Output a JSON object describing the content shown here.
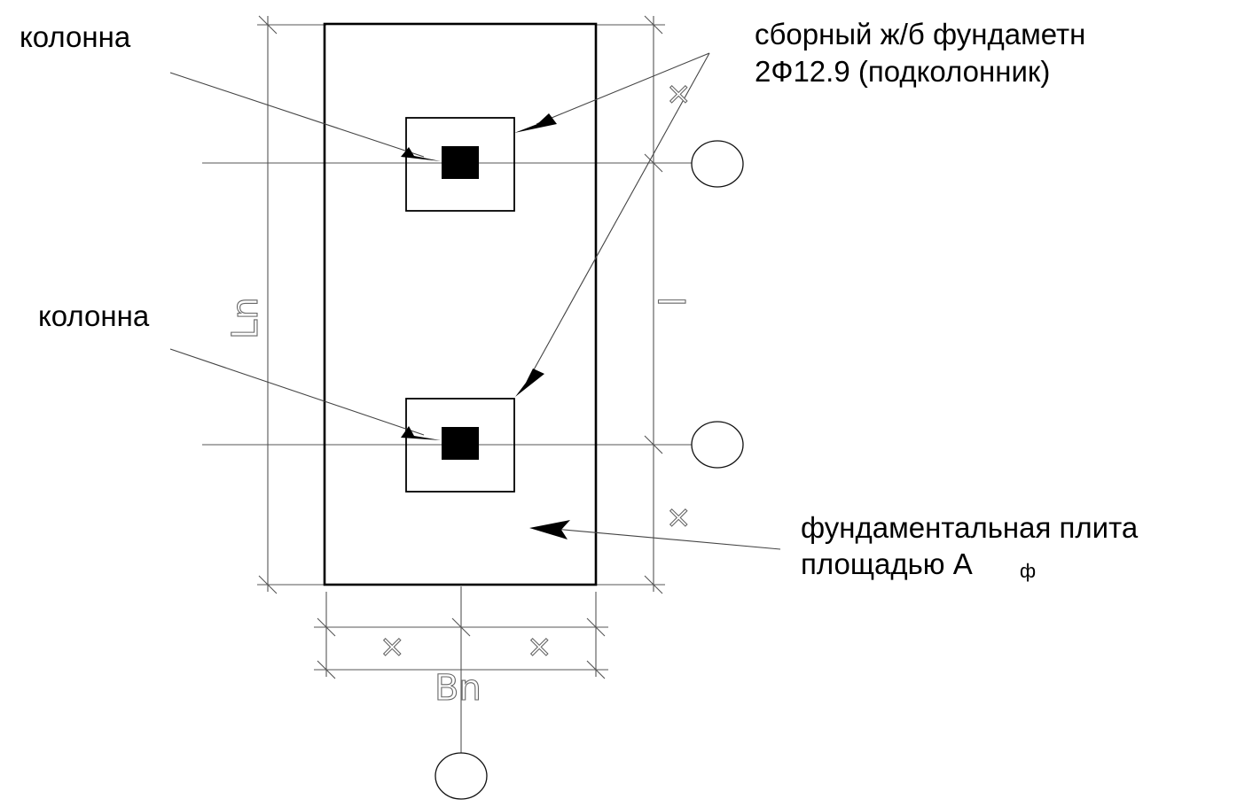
{
  "labels": {
    "column_top": "колонна",
    "column_bottom": "колонна",
    "precast_line1": "сборный ж/б фундаметн",
    "precast_line2": "2Ф12.9 (подколонник)",
    "slab_line1": "фундаментальная плита",
    "slab_line2_main": "площадью А",
    "slab_line2_sub": "ф"
  },
  "dimensions": {
    "length": "Ln",
    "width": "Bn",
    "length_right": "l",
    "half_mark": "×"
  },
  "colors": {
    "line": "#555555",
    "outline": "#000000",
    "fill": "#000000"
  }
}
